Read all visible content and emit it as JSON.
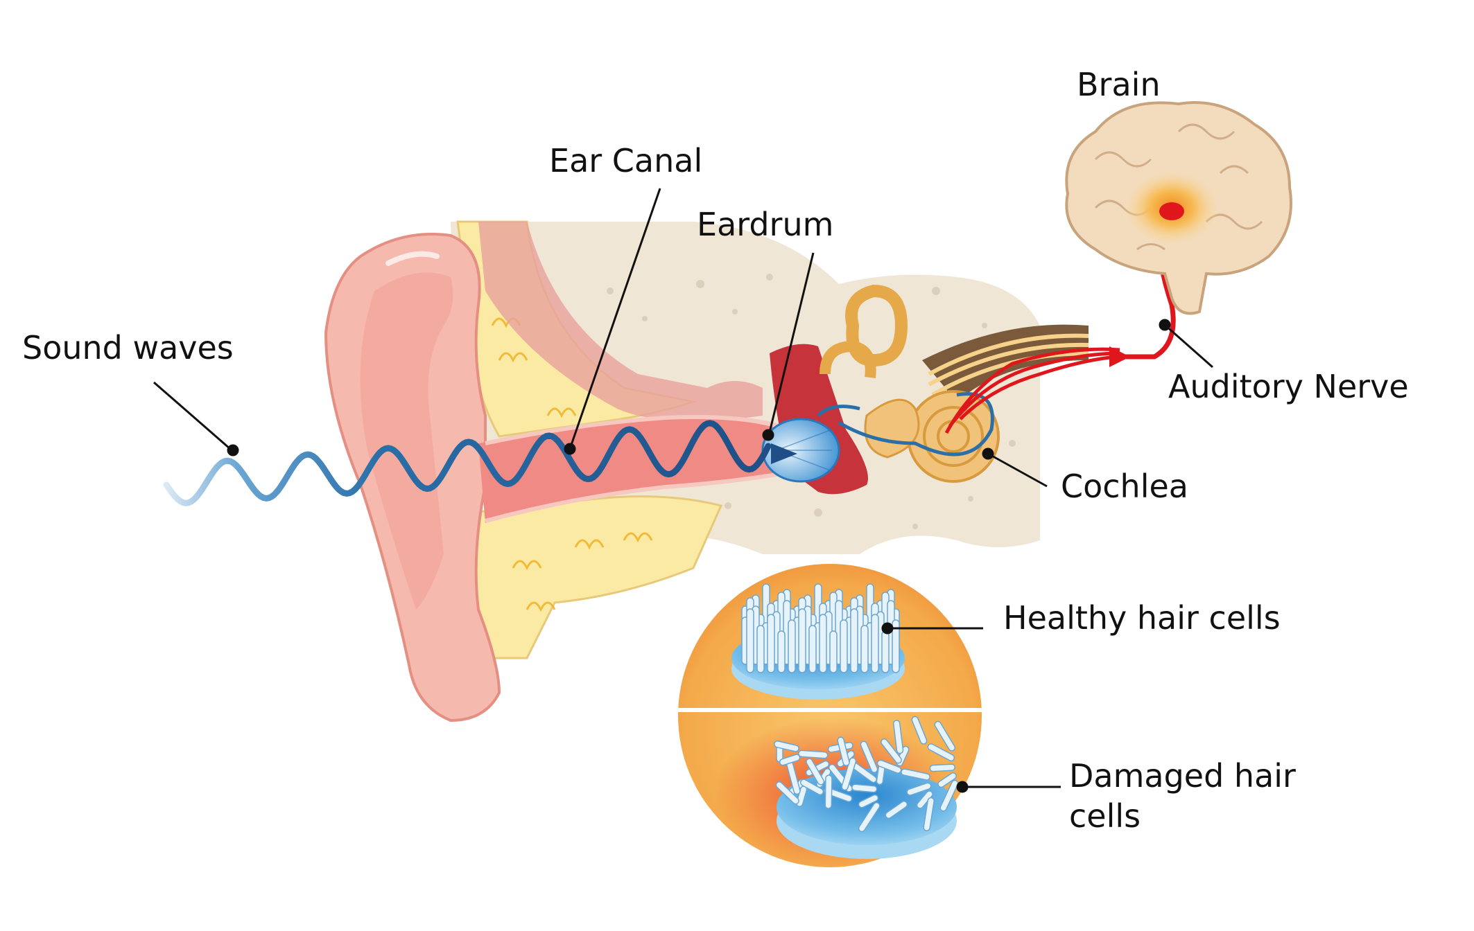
{
  "labels": {
    "brain": "Brain",
    "ear_canal": "Ear Canal",
    "eardrum": "Eardrum",
    "sound_waves": "Sound waves",
    "auditory_nerve": "Auditory Nerve",
    "cochlea": "Cochlea",
    "healthy_hair_cells": "Healthy hair cells",
    "damaged_hair_cells_line1": "Damaged hair",
    "damaged_hair_cells_line2": "cells"
  },
  "colors": {
    "skin": "#f6b9ae",
    "skin_dark": "#e58f82",
    "canal": "#f08a85",
    "cartilage": "#fbeaa3",
    "bone": "#efe6d6",
    "wave": "#2a6fa8",
    "nerve_red": "#e0161d",
    "cochlea": "#f1c27a",
    "hair_cell_base": "#7fc3ec",
    "hair_cell": "#e6f3fb",
    "inset_orange": "#f6b04b"
  }
}
